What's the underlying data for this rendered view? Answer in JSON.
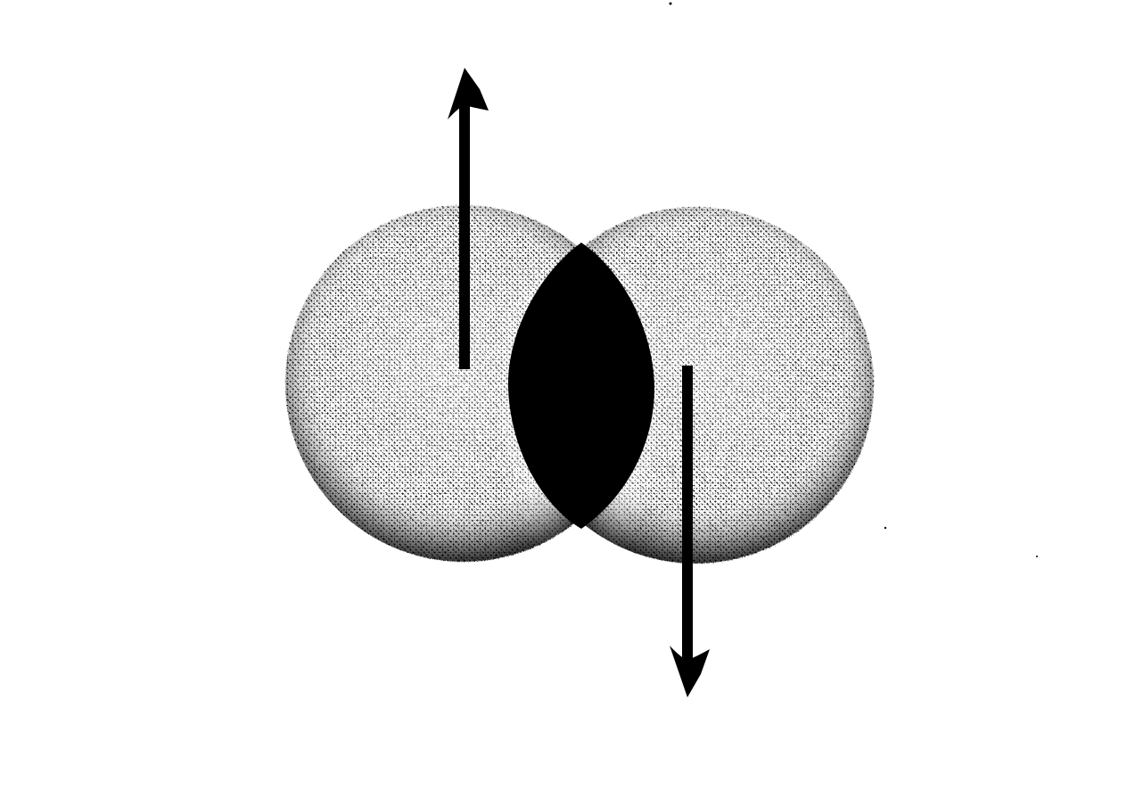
{
  "figure": {
    "background_color": "#ffffff",
    "ink_color": "#000000",
    "shading_style": "stippled halftone",
    "elements": [
      {
        "id": "left-sphere",
        "kind": "sphere",
        "shading": "stippled"
      },
      {
        "id": "right-sphere",
        "kind": "sphere",
        "shading": "stippled"
      },
      {
        "id": "overlap-region",
        "kind": "lens",
        "fill": "solid black"
      },
      {
        "id": "up-arrow",
        "kind": "arrow",
        "direction": "up",
        "attached_to": "left-sphere"
      },
      {
        "id": "down-arrow",
        "kind": "arrow",
        "direction": "down",
        "attached_to": "right-sphere"
      }
    ]
  }
}
